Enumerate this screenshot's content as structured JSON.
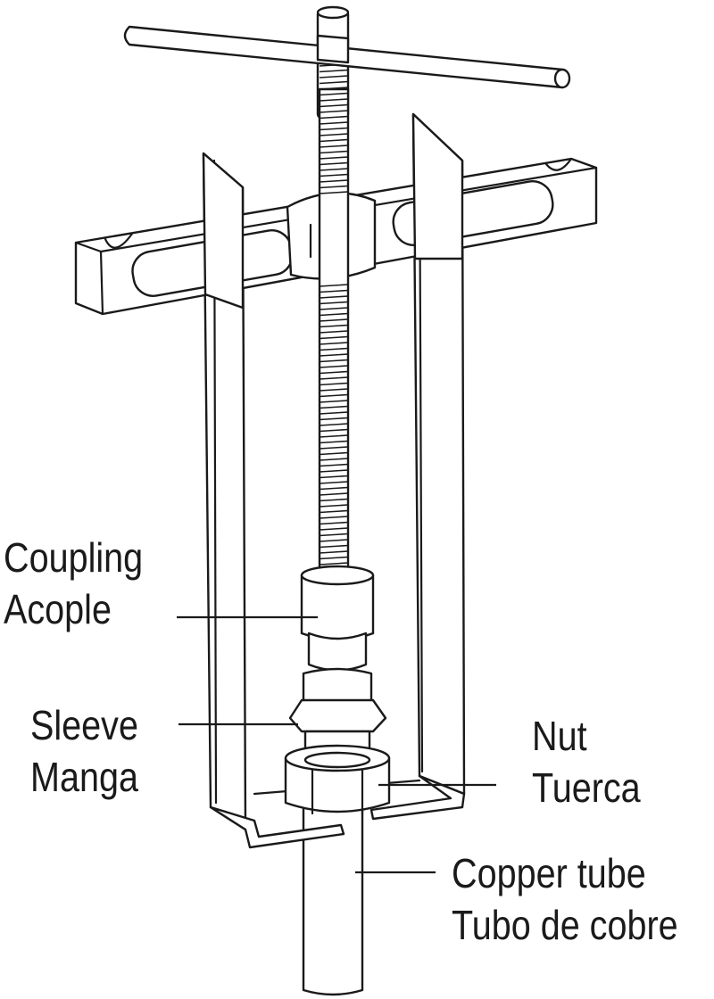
{
  "labels": {
    "coupling_en": "Coupling",
    "coupling_es": "Acople",
    "sleeve_en": "Sleeve",
    "sleeve_es": "Manga",
    "nut_en": "Nut",
    "nut_es": "Tuerca",
    "tube_en": "Copper tube",
    "tube_es": "Tubo de cobre"
  },
  "colors": {
    "ink": "#1a1a1a",
    "background": "#ffffff"
  }
}
